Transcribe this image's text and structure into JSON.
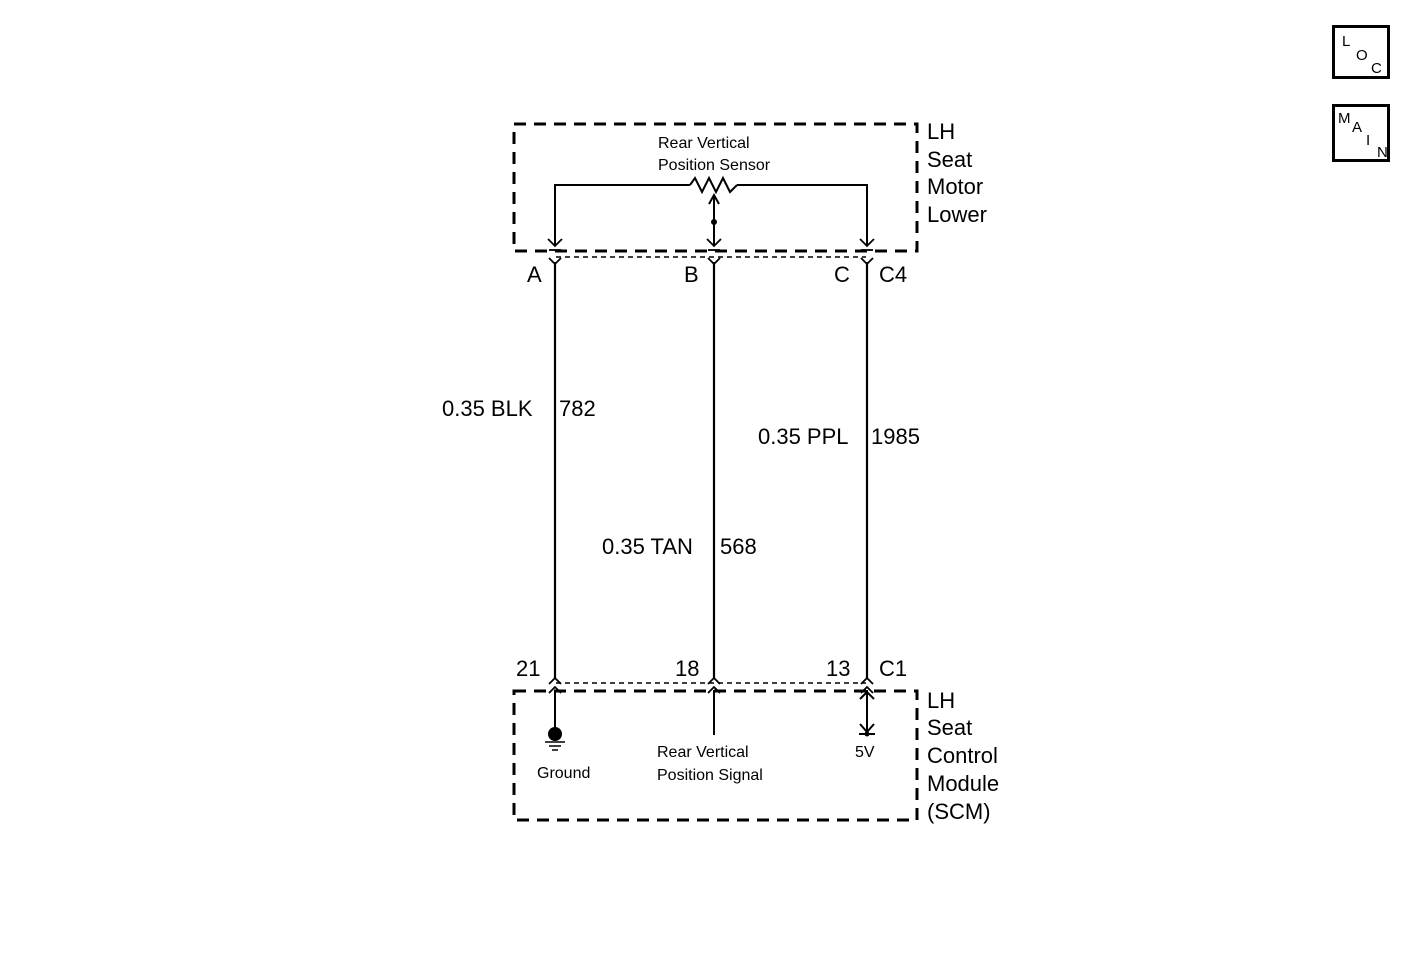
{
  "nav": {
    "loc": {
      "l1": "L",
      "l2": "O",
      "l3": "C"
    },
    "main": {
      "l1": "M",
      "l2": "A",
      "l3": "I",
      "l4": "N"
    }
  },
  "upper_component": {
    "name_lines": [
      "LH",
      "Seat",
      "Motor",
      "Lower"
    ],
    "sensor_lines": [
      "Rear Vertical",
      "Position Sensor"
    ],
    "connector": "C4",
    "pins": [
      "A",
      "B",
      "C"
    ]
  },
  "lower_component": {
    "name_lines": [
      "LH",
      "Seat",
      "Control",
      "Module",
      "(SCM)"
    ],
    "connector": "C1",
    "pins": [
      "21",
      "18",
      "13"
    ],
    "ground_label": "Ground",
    "signal_lines": [
      "Rear Vertical",
      "Position Signal"
    ],
    "supply_label": "5V"
  },
  "wires": [
    {
      "gauge_color": "0.35 BLK",
      "circuit": "782"
    },
    {
      "gauge_color": "0.35 TAN",
      "circuit": "568"
    },
    {
      "gauge_color": "0.35 PPL",
      "circuit": "1985"
    }
  ]
}
